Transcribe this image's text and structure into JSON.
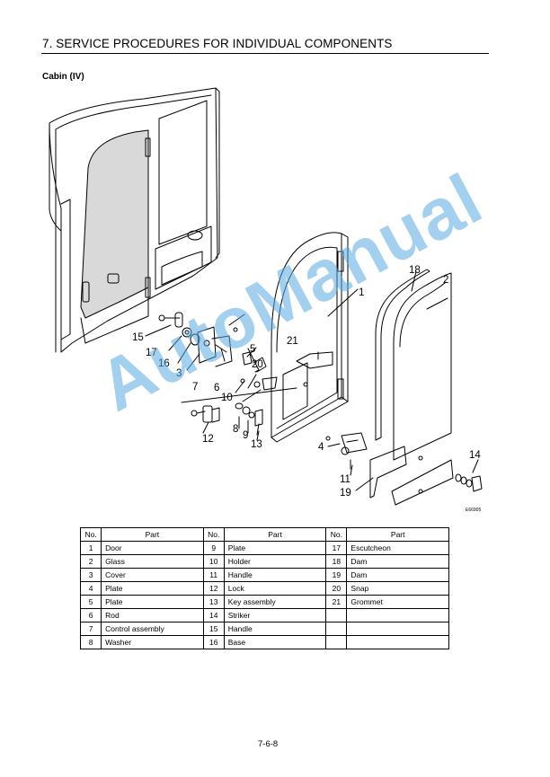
{
  "header": {
    "title": "7. SERVICE PROCEDURES FOR INDIVIDUAL COMPONENTS"
  },
  "section": {
    "title": "Cabin (IV)"
  },
  "figure": {
    "code": "E66905",
    "callouts": [
      "1",
      "2",
      "3",
      "4",
      "5",
      "6",
      "7",
      "8",
      "9",
      "10",
      "11",
      "12",
      "13",
      "14",
      "15",
      "16",
      "17",
      "18",
      "19",
      "20",
      "21"
    ]
  },
  "watermark": {
    "text": "AutoManual"
  },
  "parts_table": {
    "headers": [
      "No.",
      "Part",
      "No.",
      "Part",
      "No.",
      "Part"
    ],
    "rows": [
      [
        "1",
        "Door",
        "9",
        "Plate",
        "17",
        "Escutcheon"
      ],
      [
        "2",
        "Glass",
        "10",
        "Holder",
        "18",
        "Dam"
      ],
      [
        "3",
        "Cover",
        "11",
        "Handle",
        "19",
        "Dam"
      ],
      [
        "4",
        "Plate",
        "12",
        "Lock",
        "20",
        "Snap"
      ],
      [
        "5",
        "Plate",
        "13",
        "Key assembly",
        "21",
        "Grommet"
      ],
      [
        "6",
        "Rod",
        "14",
        "Striker",
        "",
        ""
      ],
      [
        "7",
        "Control assembly",
        "15",
        "Handle",
        "",
        ""
      ],
      [
        "8",
        "Washer",
        "16",
        "Base",
        "",
        ""
      ]
    ]
  },
  "footer": {
    "page_number": "7-6-8"
  },
  "colors": {
    "watermark": "#58aae1",
    "glass_tint": "#d9d9d9"
  }
}
